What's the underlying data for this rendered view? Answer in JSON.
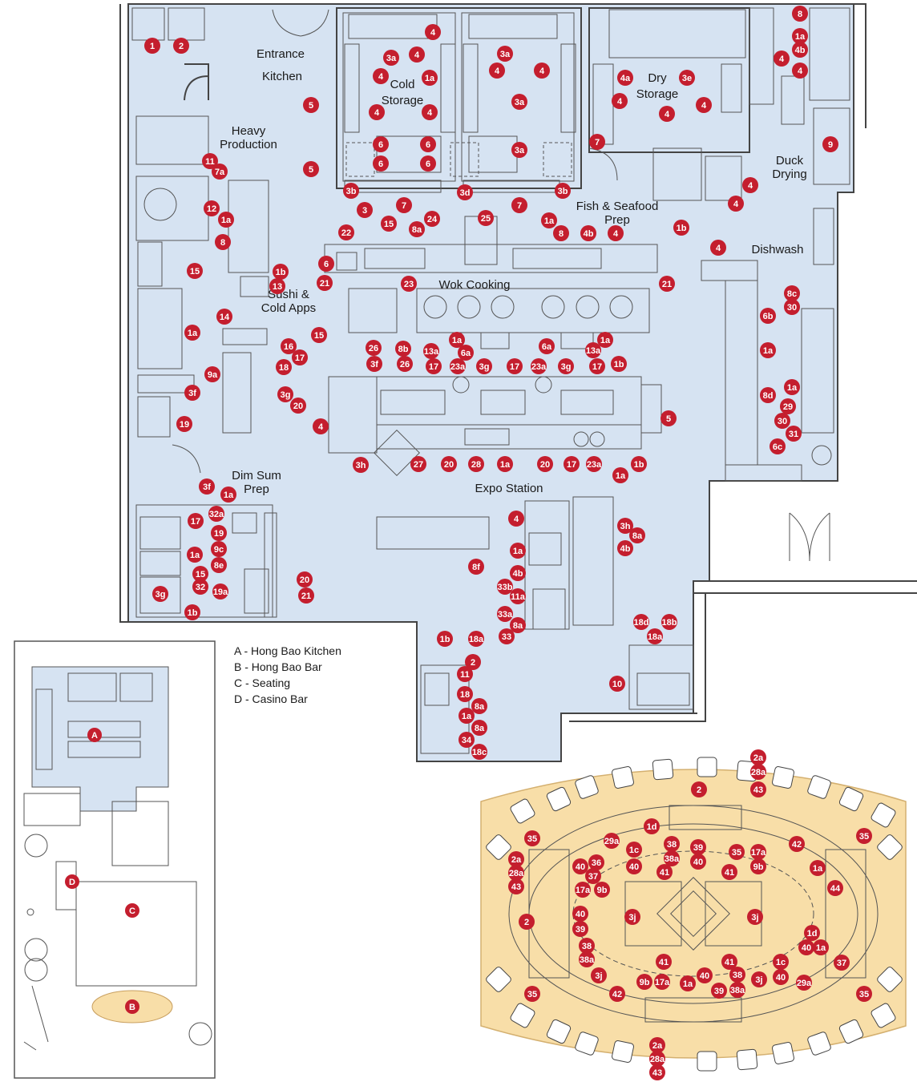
{
  "colors": {
    "kitchen_fill": "#d6e3f2",
    "bar_fill": "#f8dea8",
    "tag": "#c41e2e",
    "line": "#555555"
  },
  "room_labels": [
    {
      "id": "entrance",
      "lines": [
        "Entrance",
        "Kitchen"
      ]
    },
    {
      "id": "cold",
      "lines": [
        "Cold",
        "Storage"
      ]
    },
    {
      "id": "dry",
      "lines": [
        "Dry",
        "Storage"
      ]
    },
    {
      "id": "heavy",
      "lines": [
        "Heavy",
        "Production"
      ]
    },
    {
      "id": "duck",
      "lines": [
        "Duck",
        "Drying"
      ]
    },
    {
      "id": "fish",
      "lines": [
        "Fish & Seafood",
        "Prep"
      ]
    },
    {
      "id": "dishwash",
      "lines": [
        "Dishwash"
      ]
    },
    {
      "id": "wok",
      "lines": [
        "Wok Cooking"
      ]
    },
    {
      "id": "sushi",
      "lines": [
        "Sushi &",
        "Cold Apps"
      ]
    },
    {
      "id": "dimsum",
      "lines": [
        "Dim Sum",
        "Prep"
      ]
    },
    {
      "id": "expo",
      "lines": [
        "Expo Station"
      ]
    }
  ],
  "legend": [
    "A - Hong Bao Kitchen",
    "B - Hong Bao Bar",
    "C - Seating",
    "D - Casino Bar"
  ],
  "inset_markers": [
    "A",
    "B",
    "C",
    "D"
  ],
  "kitchen_tags": [
    "1",
    "2",
    "4",
    "8",
    "1a",
    "4b",
    "3a",
    "4",
    "3a",
    "4",
    "4",
    "4",
    "1a",
    "4a",
    "3e",
    "4",
    "4",
    "4",
    "3a",
    "4",
    "4",
    "4",
    "4",
    "5",
    "7",
    "6",
    "6",
    "6",
    "6",
    "3a",
    "9",
    "5",
    "3b",
    "3d",
    "3b",
    "3",
    "7",
    "7",
    "4",
    "4",
    "1b",
    "1a",
    "25",
    "24",
    "15",
    "8a",
    "4b",
    "4",
    "8",
    "22",
    "6",
    "21",
    "23",
    "21",
    "4",
    "8c",
    "30",
    "15",
    "16",
    "17",
    "26",
    "8b",
    "13a",
    "6a",
    "6a",
    "13a",
    "6b",
    "1a",
    "1a",
    "1a",
    "18",
    "3f",
    "26",
    "17",
    "23a",
    "3g",
    "17",
    "23a",
    "3g",
    "17",
    "1b",
    "1a",
    "8d",
    "29",
    "5",
    "30",
    "31",
    "6c",
    "4",
    "3h",
    "27",
    "20",
    "28",
    "1a",
    "20",
    "17",
    "23a",
    "1b",
    "1a",
    "3f",
    "1a",
    "4",
    "3h",
    "8a",
    "4b",
    "1a",
    "4b",
    "33b",
    "11a",
    "33a",
    "8a",
    "33",
    "8f",
    "1b",
    "32a",
    "17",
    "19",
    "9c",
    "1a",
    "8e",
    "15",
    "32",
    "3g",
    "19a",
    "20",
    "21",
    "1b",
    "18a",
    "2",
    "11",
    "18",
    "8a",
    "1a",
    "8a",
    "34",
    "18c",
    "18d",
    "18b",
    "18a",
    "10",
    "11",
    "7a",
    "12",
    "1a",
    "8",
    "1b",
    "13",
    "15",
    "14",
    "1a",
    "9a",
    "3f",
    "19",
    "3g",
    "20"
  ],
  "bar_tags": [
    "2a",
    "28a",
    "43",
    "2",
    "1d",
    "35",
    "29a",
    "1c",
    "40",
    "38",
    "38a",
    "39",
    "40",
    "35",
    "17a",
    "9b",
    "42",
    "35",
    "2a",
    "28a",
    "43",
    "40",
    "36",
    "37",
    "41",
    "41",
    "1a",
    "44",
    "17a",
    "9b",
    "3j",
    "3j",
    "2",
    "40",
    "39",
    "38",
    "38a",
    "41",
    "41",
    "1d",
    "40",
    "1a",
    "37",
    "1c",
    "40",
    "3j",
    "9b",
    "17a",
    "1a",
    "40",
    "39",
    "38",
    "38a",
    "3j",
    "42",
    "29a",
    "35",
    "35",
    "2a",
    "28a",
    "43"
  ]
}
